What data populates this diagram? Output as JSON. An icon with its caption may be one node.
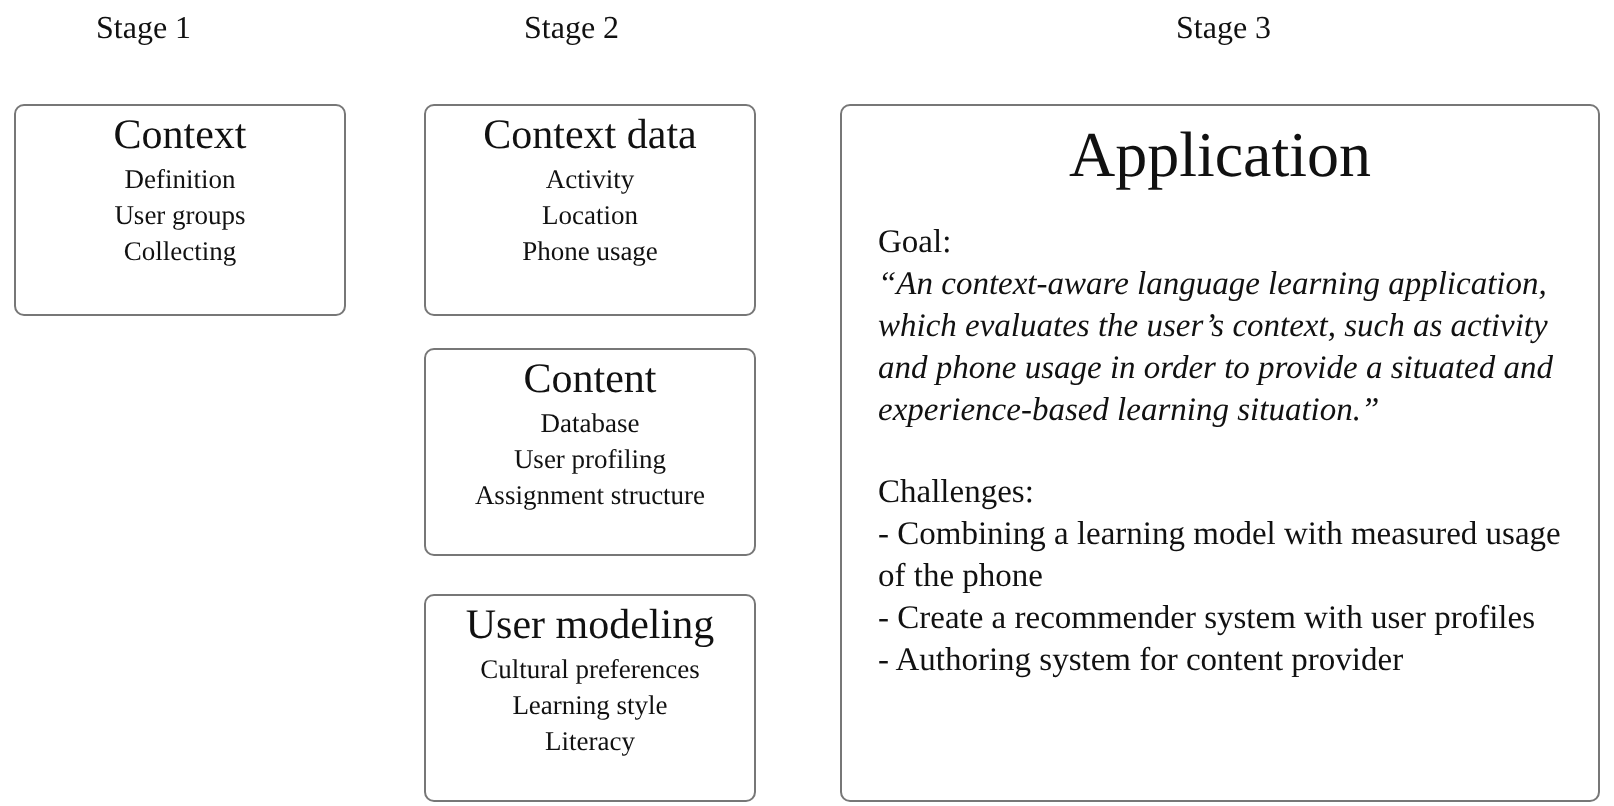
{
  "diagram": {
    "nodes": [
      {
        "text": [
          "Context",
          "Definition",
          "User groups",
          "Collecting"
        ]
      },
      {
        "text": [
          "Context data",
          "Activity",
          "Location",
          "Phone usage"
        ]
      },
      {
        "text": [
          "Content",
          "Database",
          "User profiling",
          "Assignment structure"
        ]
      },
      {
        "text": [
          "User modeling",
          "Cultural preferences",
          "Learning style",
          "Literacy"
        ]
      },
      {
        "text": [
          "Application",
          "Goal:",
          "“An context-aware language learning application, which evaluates the user’s context, such as activity and phone usage in order to provide a situated and experience-based learning situation.”",
          "Challenges:",
          "- Combining a learning model with measured usage of the phone",
          "- Create a recommender system with user profiles",
          "- Authoring system for content provider"
        ]
      }
    ],
    "labels": [
      "Stage 1",
      "Stage 2",
      "Stage 3"
    ]
  }
}
